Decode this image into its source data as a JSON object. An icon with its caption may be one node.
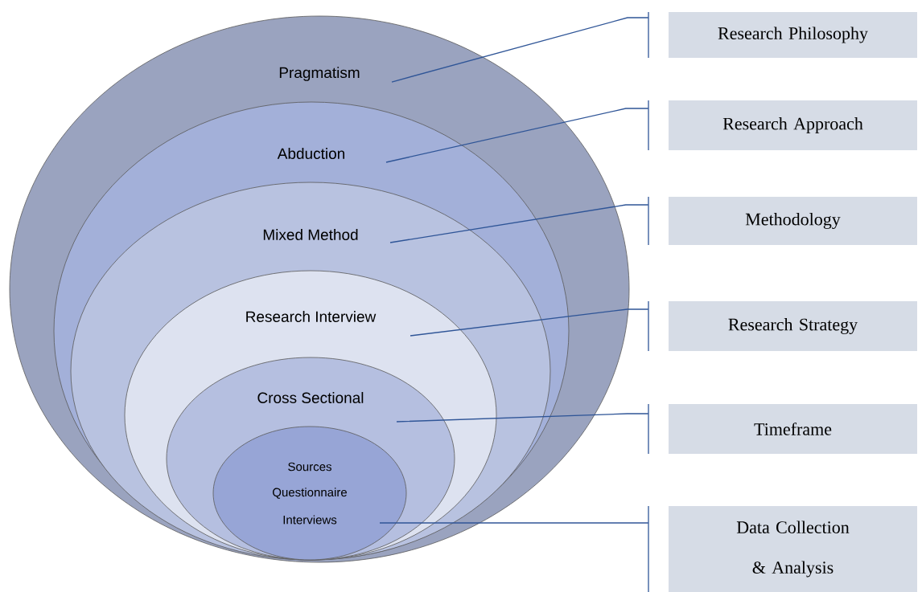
{
  "diagram": {
    "nodes": [
      {
        "text": [
          "Pragmatism"
        ]
      },
      {
        "text": [
          "Abduction"
        ],
        "in": 0
      },
      {
        "text": [
          "Mixed Method"
        ],
        "in": 1
      },
      {
        "text": [
          "Research Interview"
        ],
        "in": 2
      },
      {
        "text": [
          "Cross Sectional"
        ],
        "in": 3
      },
      {
        "text": [
          "Sources",
          "Questionnaire",
          "Interviews"
        ],
        "in": 4
      },
      {
        "text": [
          "Research Philosophy"
        ]
      },
      {
        "text": [
          "Research Approach"
        ]
      },
      {
        "text": [
          "Methodology"
        ]
      },
      {
        "text": [
          "Research Strategy"
        ]
      },
      {
        "text": [
          "Timeframe"
        ]
      },
      {
        "text": [
          "Data Collection & Analysis"
        ]
      }
    ],
    "edges": [
      {
        "from": 0,
        "to": 6,
        "arrow": "none"
      },
      {
        "from": 1,
        "to": 7,
        "arrow": "none"
      },
      {
        "from": 2,
        "to": 8,
        "arrow": "none"
      },
      {
        "from": 3,
        "to": 9,
        "arrow": "none"
      },
      {
        "from": 4,
        "to": 10,
        "arrow": "none"
      },
      {
        "from": 5,
        "to": 11,
        "arrow": "none"
      }
    ]
  }
}
